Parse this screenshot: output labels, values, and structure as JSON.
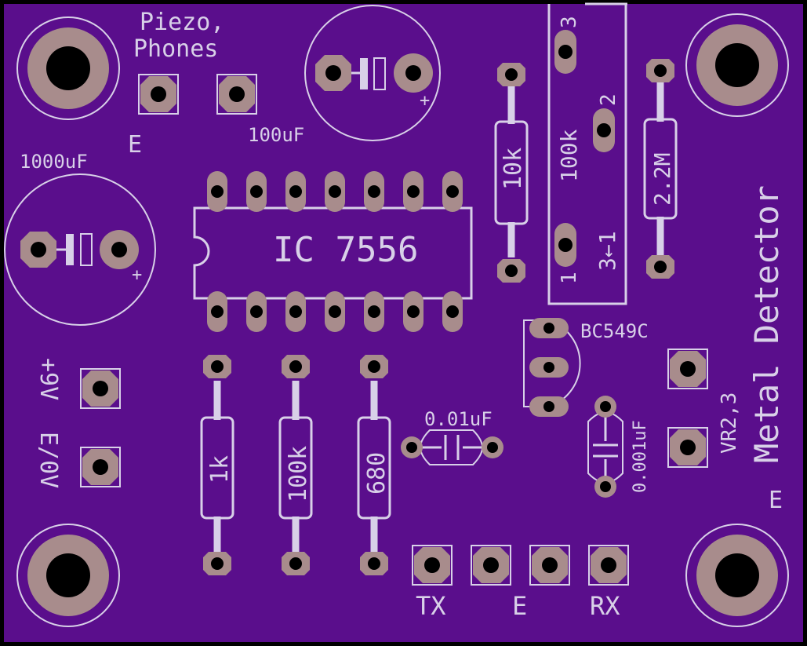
{
  "colors": {
    "board": "#5a0e8c",
    "silkscreen": "#d8d0e8",
    "copper_pad": "#a88c8c",
    "drill": "#000000"
  },
  "labels": {
    "piezo_line1": "Piezo,",
    "piezo_line2": "Phones",
    "e_piezo": "E",
    "cap_100uf": "100uF",
    "cap_1000uf": "1000uF",
    "plus": "+",
    "ic": "IC 7556",
    "r_10k": "10k",
    "pot_100k": "100k",
    "pot_pin3": "3",
    "pot_pin2": "2",
    "pot_pin1": "1",
    "pot_arrow_label": "3←1",
    "r_2m2": "2.2M",
    "title": "Metal Detector",
    "vr": "VR2,3",
    "e_right": "E",
    "transistor": "BC549C",
    "cap_001": "0.01uF",
    "cap_0001": "0.001uF",
    "r_1k": "1k",
    "r_100k": "100k",
    "r_680": "680",
    "power_plus": "+9V",
    "power_gnd": "E/0V",
    "tx": "TX",
    "e_bottom": "E",
    "rx": "RX"
  }
}
